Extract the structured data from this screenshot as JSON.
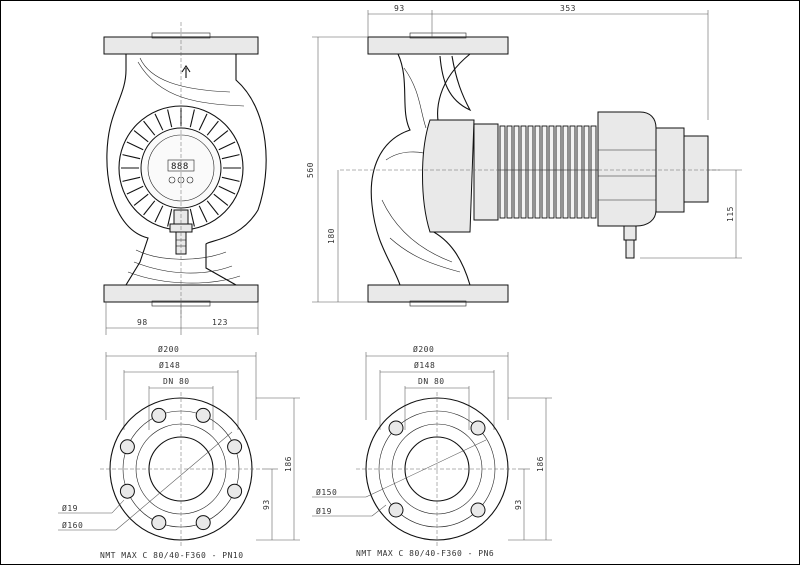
{
  "drawing": {
    "side_view": {
      "dim_flange_offset": "93",
      "dim_total_length": "353",
      "dim_height": "560",
      "dim_axis_height": "180",
      "dim_motor_height": "115"
    },
    "front_view": {
      "dim_left": "98",
      "dim_right": "123"
    },
    "flange_pn10": {
      "dim_outer": "Ø200",
      "dim_pitch": "Ø148",
      "dim_dn": "DN 80",
      "dim_height": "186",
      "dim_half": "93",
      "dim_hole": "Ø19",
      "dim_bolt_circle": "Ø160",
      "caption": "NMT MAX C 80/40-F360 - PN10",
      "bolt_holes": 8
    },
    "flange_pn6": {
      "dim_outer": "Ø200",
      "dim_pitch": "Ø148",
      "dim_dn": "DN 80",
      "dim_height": "186",
      "dim_half": "93",
      "dim_bolt_circle": "Ø150",
      "dim_hole": "Ø19",
      "caption": "NMT MAX C 80/40-F360 - PN6",
      "bolt_holes": 4
    },
    "display_readout": "888"
  }
}
